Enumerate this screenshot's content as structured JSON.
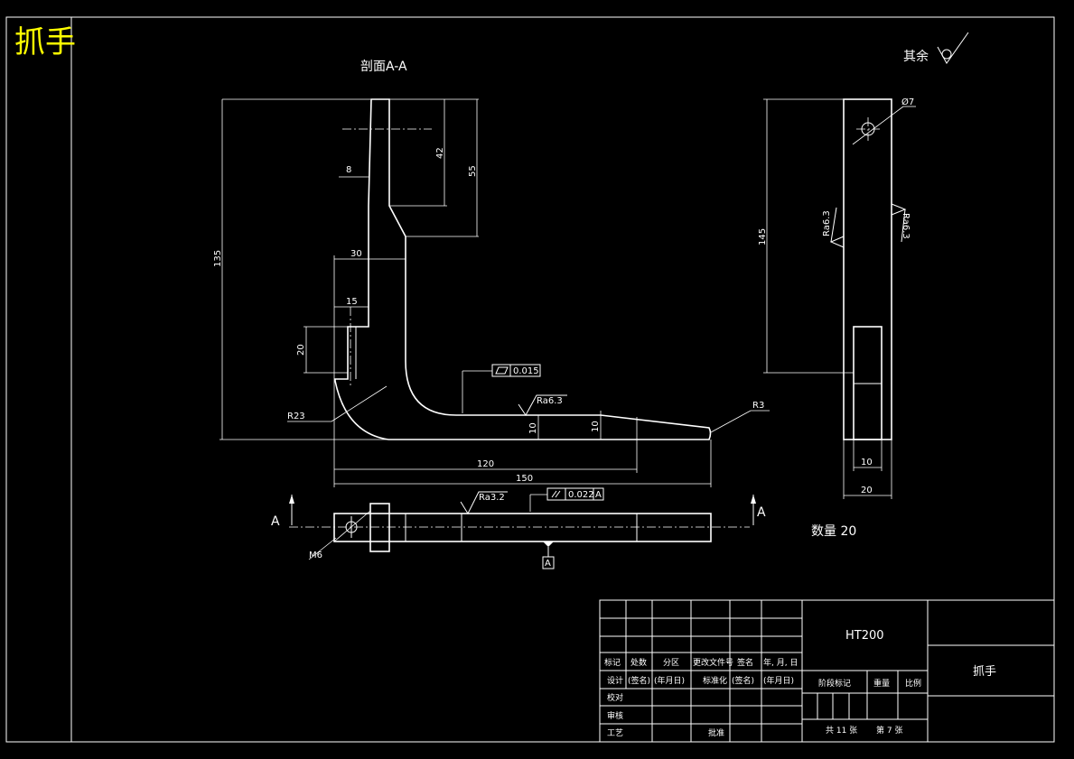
{
  "drawing": {
    "corner_title": "抓手",
    "section_label": "剖面A-A",
    "surface_default": "其余",
    "quantity_note": "数量 20",
    "section_marks": [
      "A",
      "A"
    ],
    "datum": "A"
  },
  "dimensions": {
    "d135": "135",
    "d8": "8",
    "d42": "42",
    "d55": "55",
    "d30": "30",
    "d15": "15",
    "d20": "20",
    "r23": "R23",
    "r3": "R3",
    "d120": "120",
    "d150": "150",
    "d10a": "10",
    "d10b": "10",
    "d145": "145",
    "phi7": "Ø7",
    "d10c": "10",
    "d20b": "20",
    "m6": "M6"
  },
  "roughness": {
    "ra1": "Ra6.3",
    "ra2": "Ra3.2",
    "ra3": "Ra6.3",
    "ra4": "Ra6.3"
  },
  "tolerances": {
    "flatness": "0.015",
    "parallel": "0.022",
    "parallel_datum": "A"
  },
  "title_block": {
    "material": "HT200",
    "part_name": "抓手",
    "header_cells": [
      "标记",
      "处数",
      "分区",
      "更改文件号",
      "签名",
      "年, 月, 日"
    ],
    "row_design": [
      "设计",
      "(签名)",
      "(年月日)",
      "标准化",
      "(签名)",
      "(年月日)"
    ],
    "row_check": "校对",
    "row_review": "审核",
    "row_process": "工艺",
    "approve": "批准",
    "stage_mark": "阶段标记",
    "weight": "重量",
    "scale": "比例",
    "sheets": "共 11 张",
    "sheet_no": "第 7 张"
  }
}
